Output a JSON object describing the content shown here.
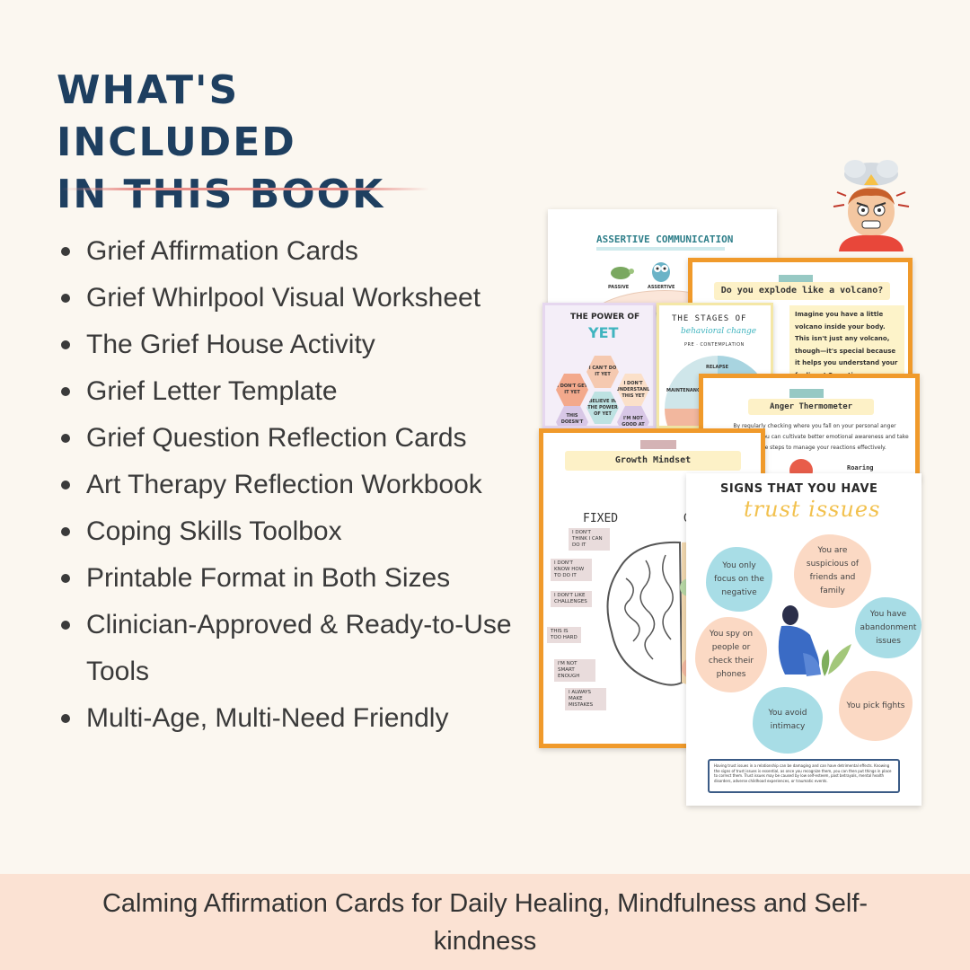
{
  "heading": {
    "line1": "WHAT'S INCLUDED",
    "line2": "IN THIS BOOK"
  },
  "features": [
    "Grief Affirmation Cards",
    "Grief Whirlpool Visual Worksheet",
    "The Grief House Activity",
    "Grief Letter Template",
    "Grief Question Reflection Cards",
    "Art Therapy Reflection Workbook",
    "Coping Skills Toolbox",
    "Printable Format in Both Sizes",
    "Clinician-Approved & Ready-to-Use Tools",
    "Multi-Age, Multi-Need Friendly"
  ],
  "footer": {
    "text": "Calming Affirmation Cards for Daily Healing, Mindfulness and Self-kindness"
  },
  "collage": {
    "assertive": {
      "title": "ASSERTIVE COMMUNICATION",
      "passive": "PASSIVE",
      "assertive": "ASSERTIVE"
    },
    "volcano": {
      "title": "Do you explode like a volcano?",
      "body": "Imagine you have a little volcano inside your body. This isn't just any volcano, though—it's special because it helps you understand your feelings! Sometimes, your volcano is calm, whispering gentle"
    },
    "power_of_yet": {
      "title_top": "THE POWER OF",
      "title_big": "YET",
      "hexes": [
        "I CAN'T DO IT YET",
        "I DON'T GET IT YET",
        "I DON'T UNDERSTAND THIS YET",
        "BELIEVE IN THE POWER OF YET",
        "THIS DOESN'T MAKE",
        "I'M NOT GOOD AT"
      ]
    },
    "stages": {
      "title": "THE STAGES OF",
      "script": "behavioral change",
      "sub1": "PRE",
      "sub2": "CONTEMPLATION",
      "relapse": "RELAPSE",
      "maintenance": "MAINTENANCE"
    },
    "anger": {
      "title": "Anger Thermometer",
      "body": "By regularly checking where you fall on your personal anger thermometer, you can cultivate better emotional awareness and take proactive steps to manage your reactions effectively.",
      "label": "Roaring"
    },
    "growth": {
      "title": "Growth Mindset",
      "fixed": "FIXED",
      "growth_initial": "G",
      "tags": [
        "I DON'T THINK I CAN DO IT",
        "I DON'T KNOW HOW TO DO IT",
        "I DON'T LIKE CHALLENGES",
        "THIS IS TOO HARD",
        "I'M NOT SMART ENOUGH",
        "I ALWAYS MAKE MISTAKES"
      ]
    },
    "trust": {
      "title": "SIGNS THAT YOU HAVE",
      "script": "trust issues",
      "bubbles": [
        "You only focus on the negative",
        "You are suspicious of friends and family",
        "You have abandonment issues",
        "You spy on people or check their phones",
        "You pick fights",
        "You avoid intimacy"
      ],
      "note": "Having trust issues in a relationship can be damaging and can have detrimental effects. Knowing the signs of trust issues is essential, as once you recognize them, you can then put things in place to correct them. Trust issues may be caused by low self-esteem, past betrayals, mental health disorders, adverse childhood experiences, or traumatic events."
    },
    "colors": {
      "accent_orange": "#f09a2b",
      "heading_navy": "#1e3f60",
      "teal": "#3fb4bf",
      "bubble_blue": "#a8dde6",
      "bubble_peach": "#fbd9c4"
    }
  }
}
